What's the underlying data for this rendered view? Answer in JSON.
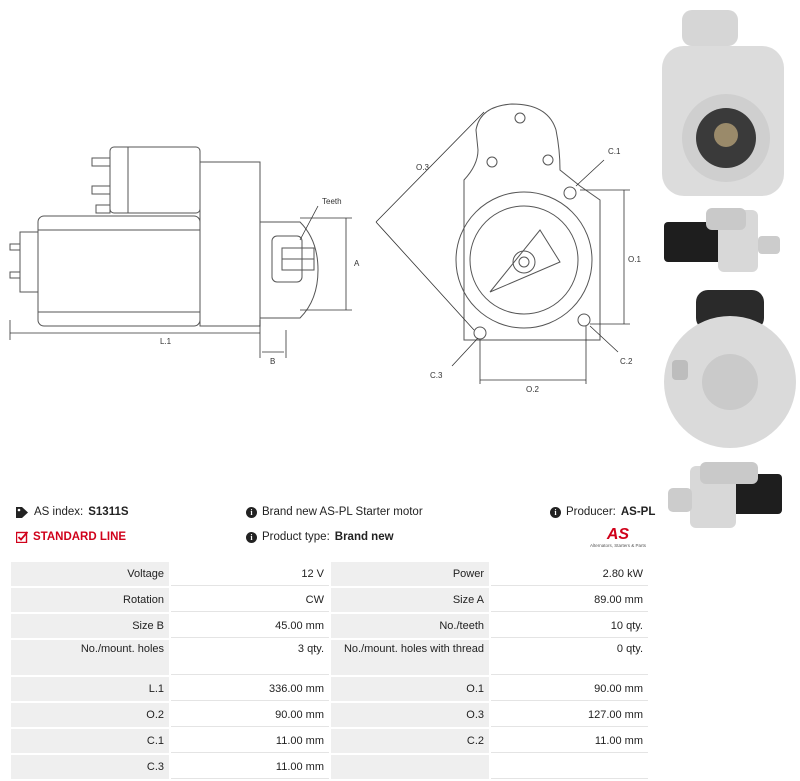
{
  "drawing": {
    "labels": {
      "teeth": "Teeth",
      "a": "A",
      "l1": "L.1",
      "b": "B",
      "o3": "O.3",
      "c1": "C.1",
      "o1": "O.1",
      "c2": "C.2",
      "c3": "C.3",
      "o2": "O.2"
    }
  },
  "info": {
    "as_index_label": "AS index:",
    "as_index_value": "S1311S",
    "description": "Brand new AS-PL Starter motor",
    "producer_label": "Producer:",
    "producer_value": "AS-PL",
    "standard_line": "STANDARD LINE",
    "product_type_label": "Product type:",
    "product_type_value": "Brand new"
  },
  "logo": {
    "mark": "AS",
    "tagline": "Alternators, Starters & Parts",
    "color": "#d0021b"
  },
  "specs": [
    {
      "l1": "Voltage",
      "v1": "12 V",
      "l2": "Power",
      "v2": "2.80 kW"
    },
    {
      "l1": "Rotation",
      "v1": "CW",
      "l2": "Size A",
      "v2": "89.00 mm"
    },
    {
      "l1": "Size B",
      "v1": "45.00 mm",
      "l2": "No./teeth",
      "v2": "10 qty."
    },
    {
      "l1": "No./mount. holes",
      "v1": "3 qty.",
      "l2": "No./mount. holes with thread",
      "v2": "0 qty."
    },
    {
      "l1": "L.1",
      "v1": "336.00 mm",
      "l2": "O.1",
      "v2": "90.00 mm"
    },
    {
      "l1": "O.2",
      "v1": "90.00 mm",
      "l2": "O.3",
      "v2": "127.00 mm"
    },
    {
      "l1": "C.1",
      "v1": "11.00 mm",
      "l2": "C.2",
      "v2": "11.00 mm"
    },
    {
      "l1": "C.3",
      "v1": "11.00 mm",
      "l2": "",
      "v2": ""
    }
  ]
}
